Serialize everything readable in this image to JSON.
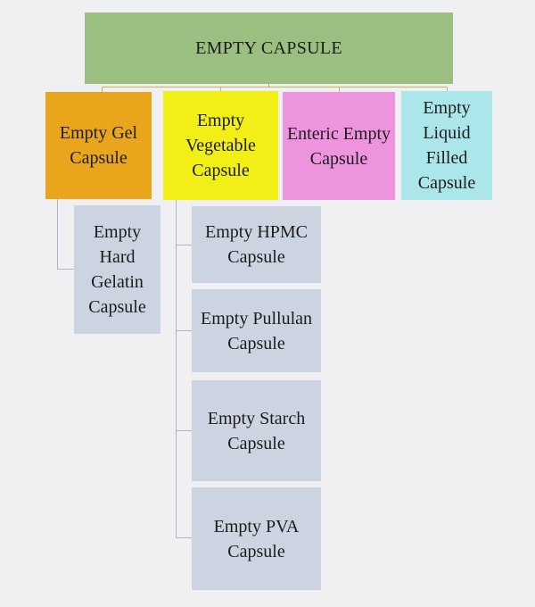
{
  "diagram_title": "EMPTY CAPSULE",
  "palette": {
    "background": "#f0f0f2",
    "root_green": "#9abf80",
    "gel_orange": "#e9a61c",
    "vegetable_yellow": "#f2ef16",
    "enteric_pink": "#ee93de",
    "liquid_cyan": "#abe6ea",
    "child_gray_blue": "#ccd4e2",
    "top_connector_olive": "#c2b94e",
    "child_connector_steel": "#a5b9cb",
    "text": "#1c1c1c"
  },
  "nodes": {
    "root": {
      "label": "EMPTY CAPSULE"
    },
    "gel": {
      "label": "Empty Gel\nCapsule"
    },
    "vegetable": {
      "label": "Empty\nVegetable\nCapsule"
    },
    "enteric": {
      "label": "Enteric Empty\nCapsule"
    },
    "liquid": {
      "label": "Empty\nLiquid\nFilled\nCapsule"
    },
    "gelatin": {
      "label": "Empty Hard\nGelatin\nCapsule"
    },
    "hpmc": {
      "label": "Empty HPMC\nCapsule"
    },
    "pullulan": {
      "label": "Empty Pullulan\nCapsule"
    },
    "starch": {
      "label": "Empty Starch\nCapsule"
    },
    "pva": {
      "label": "Empty PVA\nCapsule"
    }
  },
  "hierarchy": {
    "root": "EMPTY CAPSULE",
    "children": [
      {
        "label": "Empty Gel Capsule",
        "children": [
          "Empty Hard Gelatin Capsule"
        ]
      },
      {
        "label": "Empty Vegetable Capsule",
        "children": [
          "Empty HPMC Capsule",
          "Empty Pullulan Capsule",
          "Empty Starch Capsule",
          "Empty PVA Capsule"
        ]
      },
      {
        "label": "Enteric Empty Capsule",
        "children": []
      },
      {
        "label": "Empty Liquid Filled Capsule",
        "children": []
      }
    ]
  }
}
